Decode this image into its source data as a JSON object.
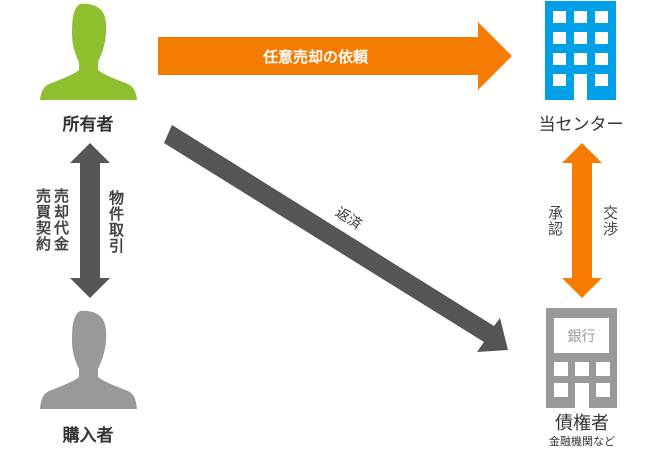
{
  "colors": {
    "owner_green": "#8dbf2f",
    "buyer_gray": "#999999",
    "center_blue": "#00a0e9",
    "bank_gray": "#999999",
    "orange": "#f57c00",
    "dark_arrow": "#555555",
    "text": "#333333"
  },
  "nodes": {
    "owner": {
      "label": "所有者",
      "icon": "person-icon"
    },
    "buyer": {
      "label": "購入者",
      "icon": "person-icon"
    },
    "center": {
      "label": "当センター",
      "icon": "building-icon"
    },
    "creditor": {
      "label": "債権者",
      "sublabel": "金融機関など",
      "icon": "bank-icon",
      "icon_text": "銀行"
    }
  },
  "arrows": {
    "owner_to_center": {
      "label": "任意売却の依頼",
      "direction": "right",
      "color": "orange"
    },
    "owner_to_creditor": {
      "label": "返済",
      "direction": "down-right",
      "color": "dark"
    },
    "owner_buyer": {
      "left_labels": [
        "売却代金",
        "売買契約"
      ],
      "right_label": "物件取引",
      "direction": "both",
      "color": "dark"
    },
    "center_creditor": {
      "left_label": "承認",
      "right_label": "交渉",
      "direction": "both",
      "color": "orange"
    }
  }
}
